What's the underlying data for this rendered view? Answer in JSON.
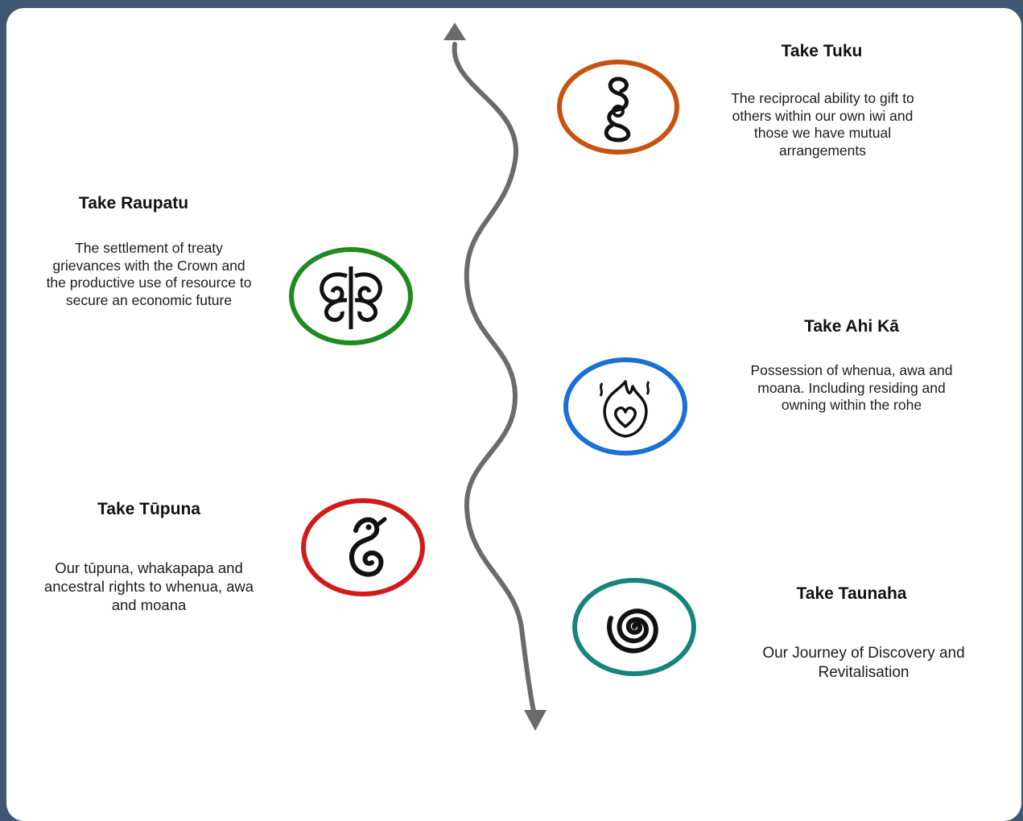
{
  "items": [
    {
      "id": "tuku",
      "title": "Take Tuku",
      "description": "The reciprocal ability to gift to others within our own iwi and those we have mutual arrangements",
      "ring_color": "#c8520f",
      "icon": "double-twist-koru-icon"
    },
    {
      "id": "raupatu",
      "title": "Take Raupatu",
      "description": "The settlement of treaty grievances with the Crown and the productive use of resource to secure an economic future",
      "ring_color": "#1f8a1f",
      "icon": "tree-of-life-icon"
    },
    {
      "id": "ahika",
      "title": "Take Ahi Kā",
      "description": "Possession of whenua, awa and moana.  Including residing and owning within the rohe",
      "ring_color": "#1a6fd6",
      "icon": "flame-heart-icon"
    },
    {
      "id": "tupuna",
      "title": "Take Tūpuna",
      "description": "Our tūpuna, whakapapa and ancestral rights to whenua, awa and moana",
      "ring_color": "#d4191c",
      "icon": "manaia-bird-icon"
    },
    {
      "id": "taunaha",
      "title": "Take Taunaha",
      "description": "Our Journey of Discovery and Revitalisation",
      "ring_color": "#16847a",
      "icon": "spiral-icon"
    }
  ],
  "timeline": {
    "color": "#6b6b6b",
    "direction": "bidirectional"
  }
}
